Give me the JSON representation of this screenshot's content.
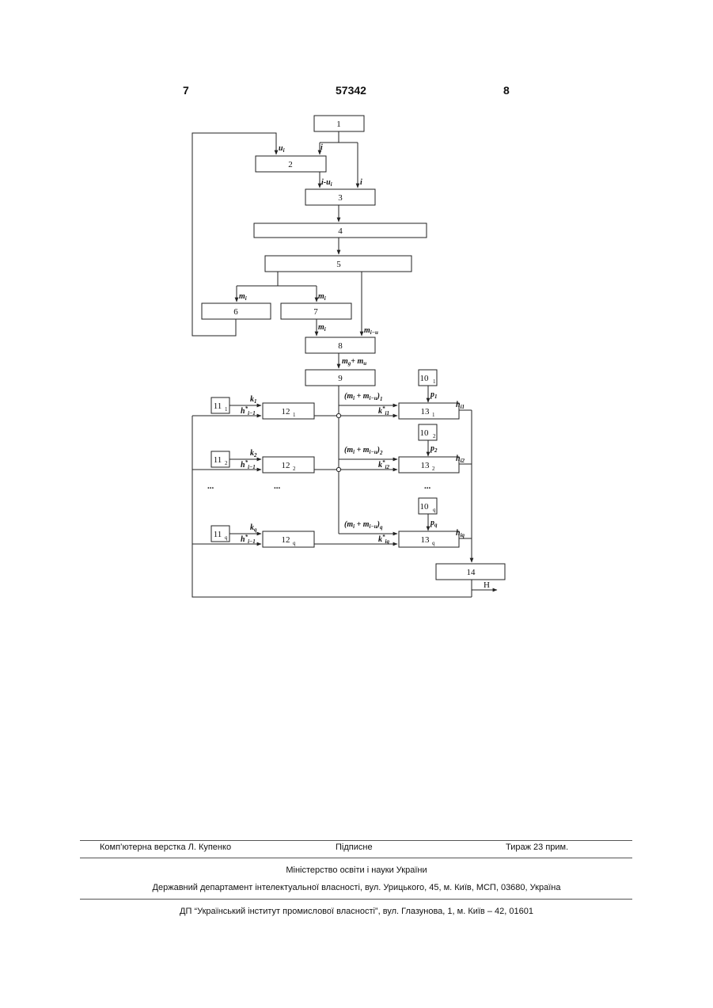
{
  "header": {
    "left_page": "7",
    "patent_number": "57342",
    "right_page": "8"
  },
  "diagram": {
    "blocks": {
      "b1": "1",
      "b2": "2",
      "b3": "3",
      "b4": "4",
      "b5": "5",
      "b6": "6",
      "b7": "7",
      "b8": "8",
      "b9": "9",
      "b10_1": "10",
      "b10_2": "10",
      "b10_q": "10",
      "b11_1": "11",
      "b11_2": "11",
      "b11_q": "11",
      "b12_1": "12",
      "b12_2": "12",
      "b12_q": "12",
      "b13_1": "13",
      "b13_2": "13",
      "b13_q": "13",
      "b14": "14",
      "sub_1": "1",
      "sub_2": "2",
      "sub_q": "q"
    },
    "signals": {
      "u": "u",
      "i": "i",
      "i_minus_u": "i-u",
      "m": "m",
      "m_minus": "m",
      "sub_i": "i",
      "sub_i_minus_u": "i−u",
      "m_sum": "m",
      "sub_g": "g",
      "plus_m": "+ m",
      "sub_u": "u",
      "paren_sum": "(m",
      "paren_mid": " + m",
      "paren_close": ")",
      "k": "k",
      "h": "h",
      "star": "*",
      "sub_im1": "i−1",
      "p": "p",
      "h_out": "h",
      "sub_i1": "i1",
      "sub_i2": "i2",
      "sub_iq": "iq",
      "k_star": "k",
      "sub_k1": "i1",
      "sub_k2": "i2",
      "sub_kq": "iq",
      "H": "H",
      "dots": "..."
    }
  },
  "footer": {
    "layout": "Комп’ютерна верстка Л. Купенко",
    "signed": "Підписне",
    "circulation": "Тираж 23 прим.",
    "ministry": "Міністерство освіти і науки України",
    "department": "Державний департамент інтелектуальної власності, вул. Урицького, 45, м. Київ, МСП, 03680, Україна",
    "institute": "ДП “Український інститут промислової власності”, вул. Глазунова, 1, м. Київ – 42, 01601"
  }
}
